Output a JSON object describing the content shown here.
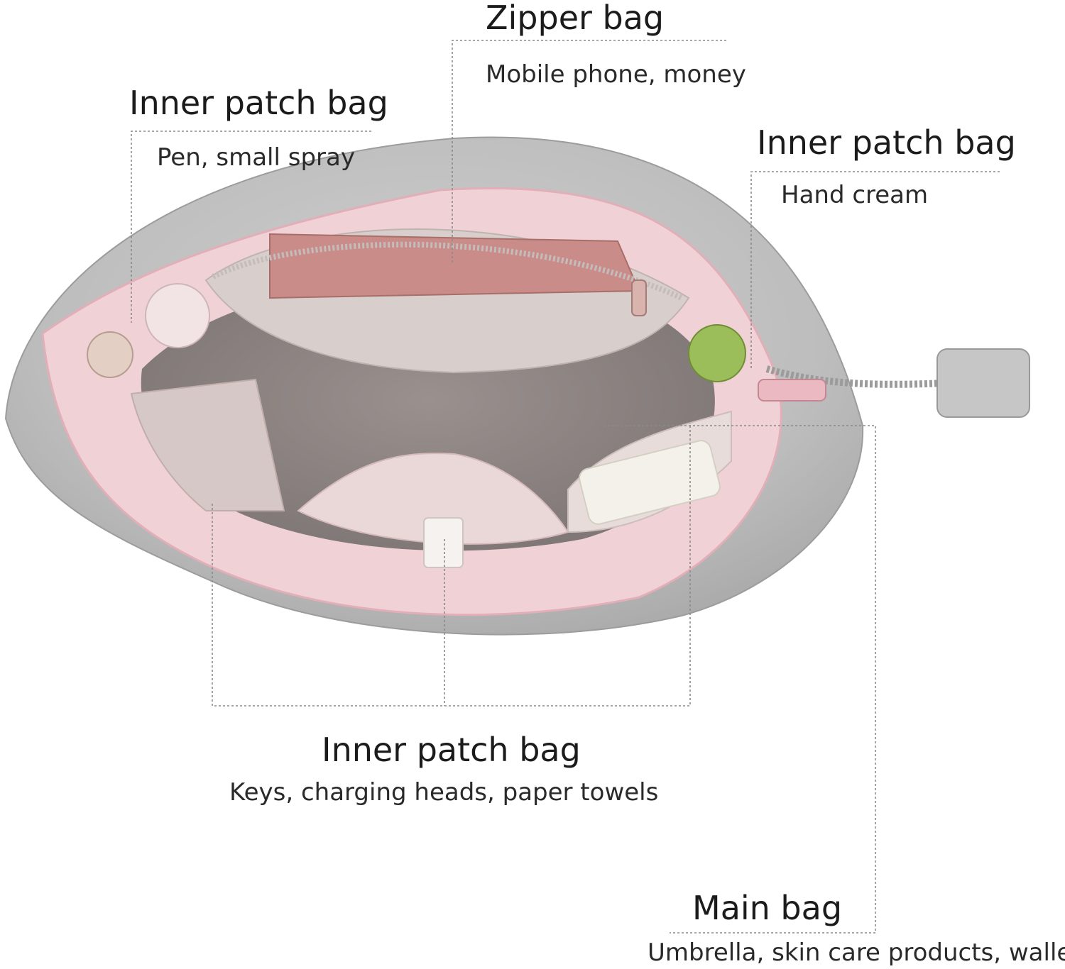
{
  "colors": {
    "bag_outer": "#bdbdbd",
    "bag_lining": "#eddada",
    "bag_pink": "#f2c8d0",
    "phone": "#c98c88",
    "leader_line": "#8a8a8a"
  },
  "icons": [
    "bag-photo-icon",
    "zipper-pull-icon"
  ],
  "callouts": {
    "zipper_bag": {
      "title": "Zipper bag",
      "contents": "Mobile phone, money"
    },
    "inner_patch_left": {
      "title": "Inner patch bag",
      "contents": "Pen, small spray"
    },
    "inner_patch_right": {
      "title": "Inner patch bag",
      "contents": "Hand cream"
    },
    "inner_patch_bottom": {
      "title": "Inner patch bag",
      "contents": "Keys, charging heads, paper towels"
    },
    "main_bag": {
      "title": "Main bag",
      "contents": "Umbrella, skin care products, wallet"
    }
  }
}
